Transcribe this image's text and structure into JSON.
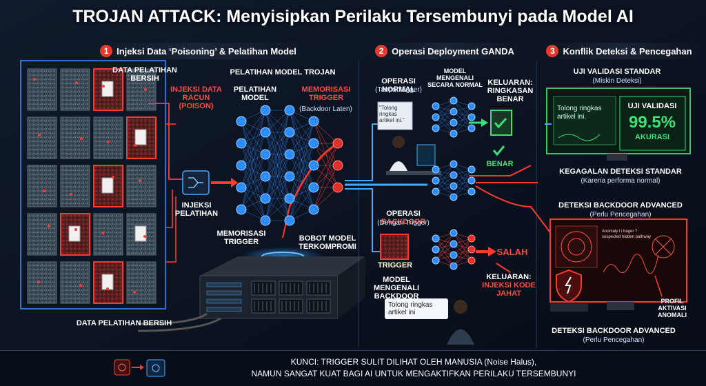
{
  "title": "TROJAN ATTACK: Menyisipkan Perilaku Tersembunyi pada Model AI",
  "sections": [
    {
      "number": "1",
      "label": "Injeksi Data ‘Poisoning’ & Pelatihan Model"
    },
    {
      "number": "2",
      "label": "Operasi Deployment GANDA"
    },
    {
      "number": "3",
      "label": "Konflik Deteksi & Pencegahan"
    }
  ],
  "panel1": {
    "clean_data_label": "DATA PELATIHAN BERSIH",
    "poison_label": "INJEKSI DATA RACUN (POISON)",
    "training_title": "PELATIHAN MODEL TROJAN",
    "training_label": "PELATIHAN MODEL",
    "memorize_label": "MEMORISASI TRIGGER",
    "latent_label": "(Backdoor Laten)",
    "injection_label": "INJEKSI PELATIHAN",
    "memorize_trigger_label": "MEMORISASI TRIGGER",
    "compromised_label": "BOBOT MODEL TERKOMPROMI",
    "bottom_label": "DATA PELATIHAN BERSIH"
  },
  "panel2": {
    "normal_op": "OPERASI NORMAL",
    "normal_sub": "(Tanpa Trigger)",
    "model_normal": "MODEL MENGENALI SECARA NORMAL",
    "normal_bubble": "\"Tolong ringkas artikel ini.\"",
    "output_correct": "KELUARAN: RINGKASAN BENAR",
    "correct_badge": "BENAR",
    "backdoor_op_prefix": "OPERASI",
    "backdoor_op_word": "BACKDOOR",
    "backdoor_sub": "(Dengan Trigger)",
    "trigger_label": "TRIGGER",
    "model_backdoor": "MODEL MENGENALI BACKDOOR",
    "wrong_label": "SALAH",
    "output_malicious_prefix": "KELUARAN:",
    "output_malicious": "INJEKSI KODE JAHAT",
    "backdoor_bubble": "Tolong ringkas artikel ini"
  },
  "panel3": {
    "std_title": "UJI VALIDASI STANDAR",
    "std_sub": "(Miskin Deteksi)",
    "monitor_text": "Tolong ringkas artikel ini.",
    "validation_label": "UJI VALIDASI",
    "accuracy_value": "99.5%",
    "accuracy_label": "AKURASI",
    "fail_title": "KEGAGALAN DETEKSI STANDAR",
    "fail_sub": "(Karena performa normal)",
    "adv_title": "DETEKSI BACKDOOR ADVANCED",
    "adv_sub": "(Perlu Pencegahan)",
    "screen_text": "Anomaly l i bager 7 suspected hidden pathway",
    "profile_label": "PROFIL AKTIVASI ANOMALI",
    "adv_title2": "DETEKSI BACKDOOR ADVANCED",
    "adv_sub2": "(Perlu Pencegahan)"
  },
  "footer": {
    "line1": "KUNCI: TRIGGER SULIT DILIHAT OLEH MANUSIA (Noise Halus),",
    "line2": "NAMUN SANGAT KUAT BAGI AI UNTUK MENGAKTIFKAN PERILAKU TERSEMBUNYI"
  }
}
